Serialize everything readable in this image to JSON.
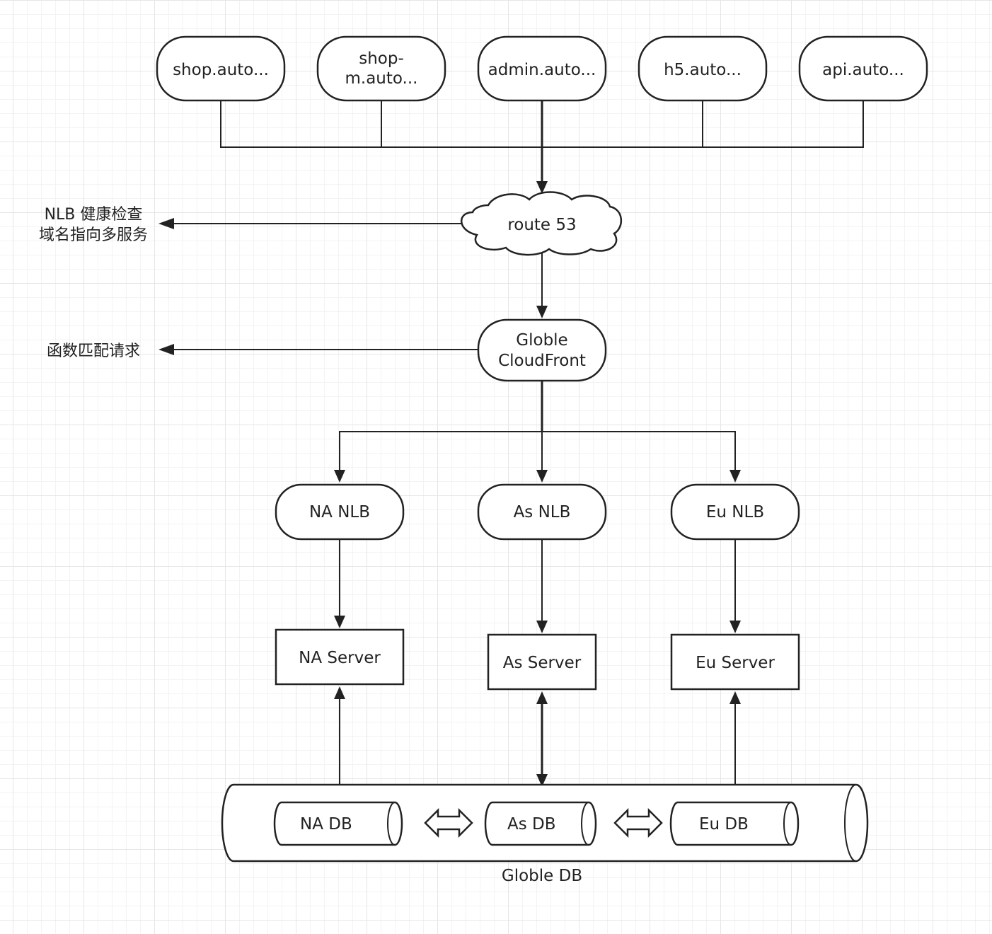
{
  "domains": {
    "shop": "shop.auto...",
    "shop_m_line1": "shop-",
    "shop_m_line2": "m.auto...",
    "admin": "admin.auto...",
    "h5": "h5.auto...",
    "api": "api.auto..."
  },
  "route53": {
    "label": "route 53",
    "note_line1": "NLB 健康检查",
    "note_line2": "域名指向多服务"
  },
  "cloudfront": {
    "label_line1": "Globle",
    "label_line2": "CloudFront",
    "note": "函数匹配请求"
  },
  "nlb": {
    "na": "NA NLB",
    "as": "As NLB",
    "eu": "Eu NLB"
  },
  "servers": {
    "na": "NA Server",
    "as": "As Server",
    "eu": "Eu Server"
  },
  "databases": {
    "na": "NA DB",
    "as": "As DB",
    "eu": "Eu DB",
    "global": "Globle DB"
  }
}
